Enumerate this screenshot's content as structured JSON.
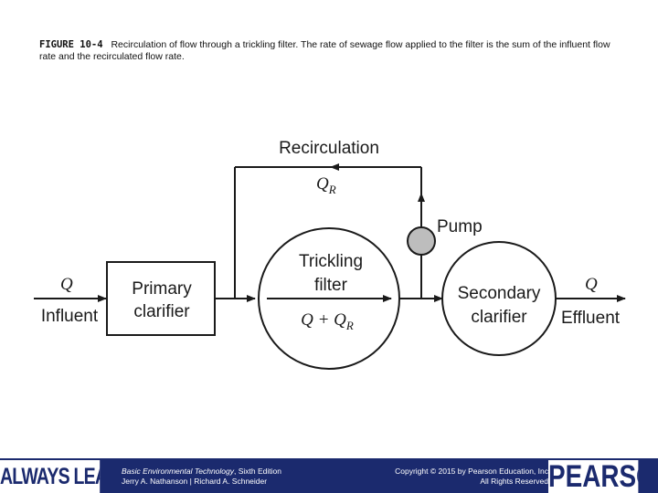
{
  "caption": {
    "figure_label": "FIGURE 10-4",
    "text": "Recirculation of flow through a trickling filter. The rate of sewage flow applied to the filter is the sum of the influent flow rate and the recirculated flow rate."
  },
  "diagram": {
    "recirculation_label": "Recirculation",
    "qr_label": "Q",
    "qr_subscript": "R",
    "pump_label": "Pump",
    "influent_q": "Q",
    "influent_label": "Influent",
    "primary_line1": "Primary",
    "primary_line2": "clarifier",
    "filter_line1": "Trickling",
    "filter_line2": "filter",
    "filter_flow_q": "Q + Q",
    "filter_flow_subscript": "R",
    "secondary_line1": "Secondary",
    "secondary_line2": "clarifier",
    "effluent_q": "Q",
    "effluent_label": "Effluent"
  },
  "footer": {
    "left_brand": "ALWAYS LEARNING",
    "book_title": "Basic Environmental Technology",
    "book_edition": ", Sixth Edition",
    "book_authors": "Jerry A. Nathanson | Richard A. Schneider",
    "copyright": "Copyright © 2015 by Pearson Education, Inc",
    "rights": "All Rights Reserved",
    "right_brand": "PEARSON"
  },
  "colors": {
    "footer_bar": "#1b2a6e",
    "pump_fill": "#bdbdbd",
    "line": "#1a1a1a"
  }
}
